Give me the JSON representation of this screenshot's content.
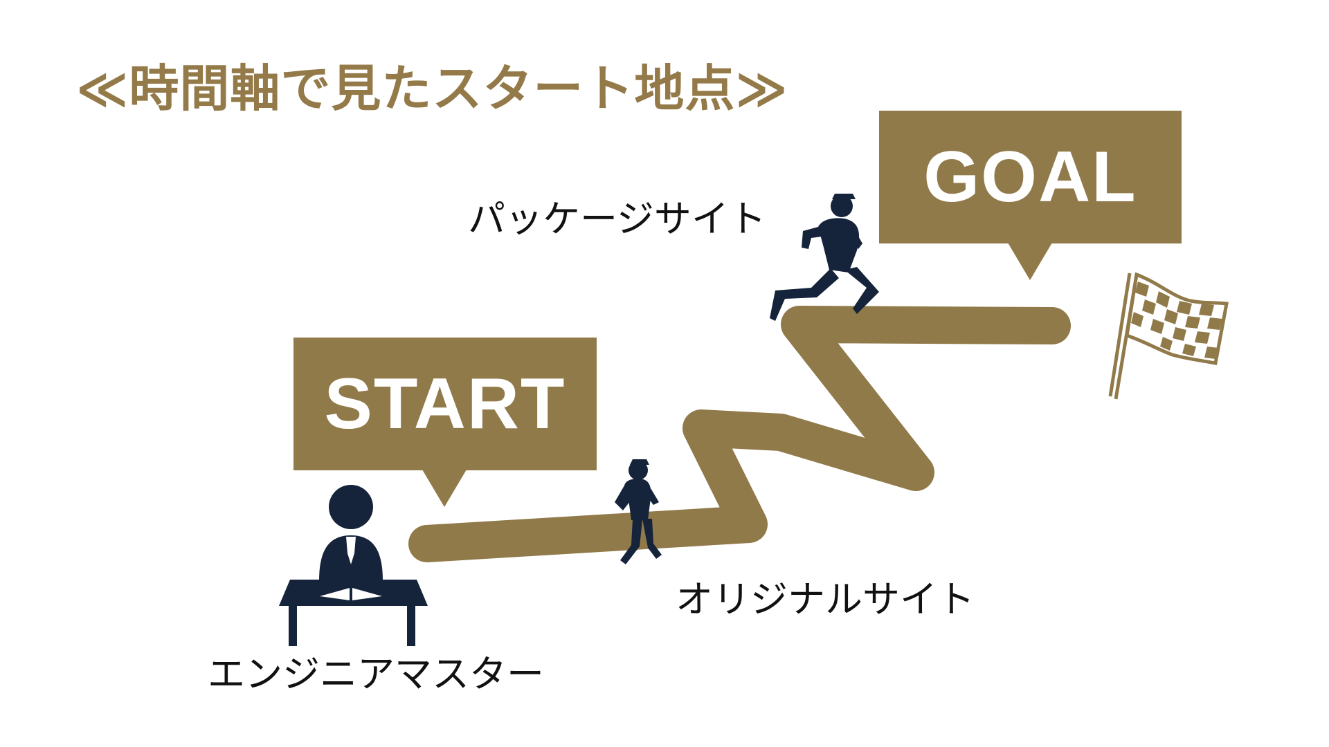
{
  "title": "≪時間軸で見たスタート地点≫",
  "start_label": "START",
  "goal_label": "GOAL",
  "labels": {
    "engineer_master": "エンジニアマスター",
    "original_site": "オリジナルサイト",
    "package_site": "パッケージサイト"
  },
  "colors": {
    "accent": "#917a4a",
    "figure": "#15233b",
    "text": "#111111",
    "background": "#ffffff"
  },
  "icons": [
    "student-at-desk-icon",
    "runner-icon",
    "checkered-flag-icon"
  ]
}
